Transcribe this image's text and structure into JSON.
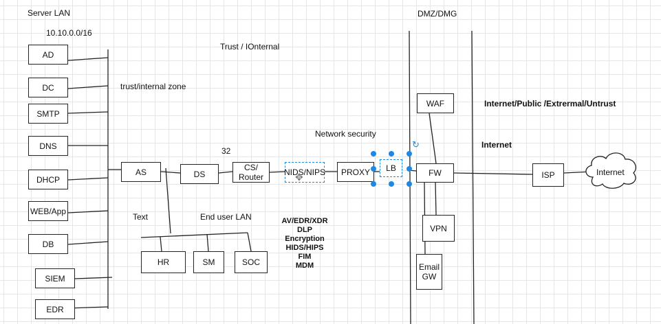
{
  "labels": {
    "server_lan": "Server LAN",
    "subnet": "10.10.0.0/16",
    "trust_internal": "Trust / IOnternal",
    "trust_zone": "trust/internal zone",
    "dmz": "DMZ/DMG",
    "internet_public": "Internet/Public /Extrermal/Untrust",
    "internet": "Internet",
    "network_security": "Network security",
    "number_32": "32",
    "text": "Text",
    "end_user_lan": "End user LAN"
  },
  "servers": [
    "AD",
    "DC",
    "SMTP",
    "DNS",
    "DHCP",
    "WEB/App",
    "DB",
    "SIEM",
    "EDR"
  ],
  "chain": {
    "as": "AS",
    "ds": "DS",
    "router_line1": "CS/",
    "router_line2": "Router",
    "nids": "NIDS/NIPS",
    "proxy": "PROXY",
    "lb": "LB",
    "fw": "FW",
    "isp": "ISP",
    "cloud": "Internet"
  },
  "dmz_boxes": {
    "waf": "WAF",
    "vpn": "VPN",
    "email_line1": "Email",
    "email_line2": "GW"
  },
  "end_user": [
    "HR",
    "SM",
    "SOC"
  ],
  "endpoint_security": [
    "AV/EDR/XDR",
    "DLP",
    "Encryption",
    "HIDS/HIPS",
    "FIM",
    "MDM"
  ],
  "colors": {
    "line": "#222222",
    "selection": "#1e88e5",
    "grid": "#e6e6e6"
  },
  "icons": {
    "move": "move-icon",
    "rotate": "rotate-icon",
    "cloud": "cloud-icon"
  }
}
